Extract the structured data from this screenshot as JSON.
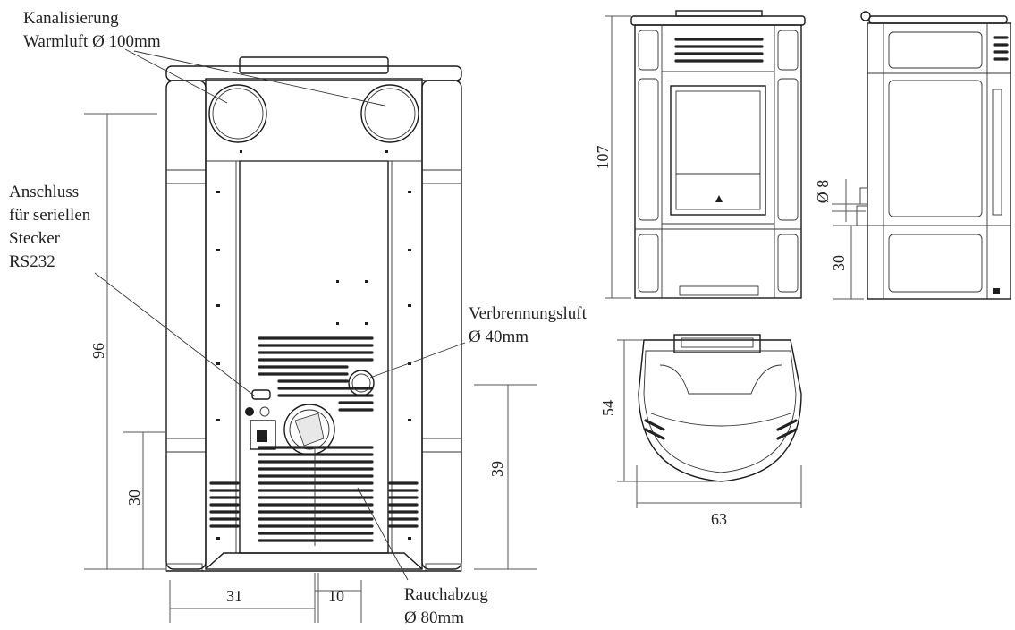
{
  "labels": {
    "kanal_line1": "Kanalisierung",
    "kanal_line2": "Warmluft Ø 100mm",
    "anschluss_line1": "Anschluss",
    "anschluss_line2": "für seriellen",
    "anschluss_line3": "Stecker",
    "anschluss_line4": "RS232",
    "verbrennung_line1": "Verbrennungsluft",
    "verbrennung_line2": "Ø 40mm",
    "rauch_line1": "Rauchabzug",
    "rauch_line2": "Ø 80mm"
  },
  "dimensions": {
    "rear_height": "96",
    "rear_lower": "30",
    "rear_right": "39",
    "rear_bottom_left": "31",
    "rear_bottom_right": "10",
    "front_height": "107",
    "side_diam": "Ø 8",
    "side_height": "30",
    "top_depth": "54",
    "top_width": "63"
  },
  "colors": {
    "line": "#1a1a1a",
    "dimension": "#555555",
    "background": "#ffffff"
  }
}
